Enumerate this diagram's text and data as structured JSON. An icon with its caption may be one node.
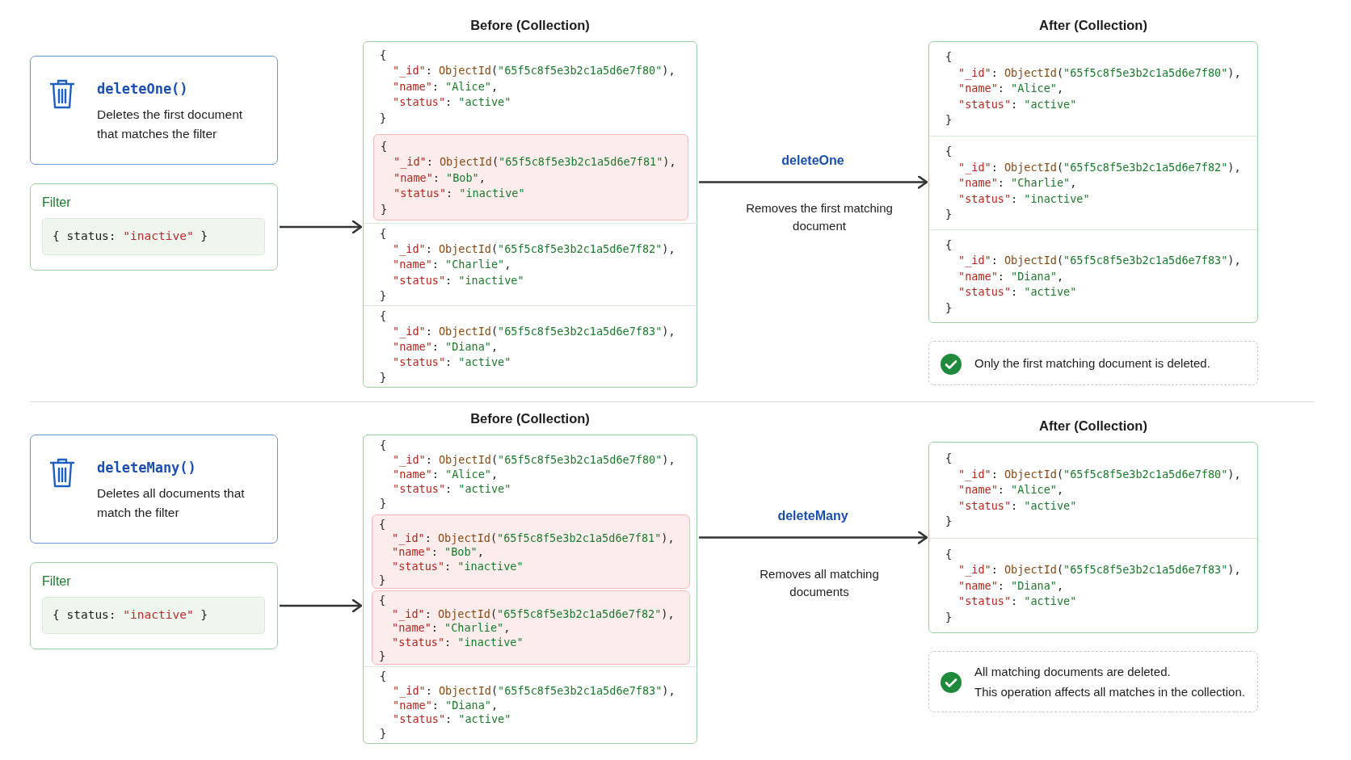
{
  "diagram": {
    "nodes": [
      {
        "text": [
          "deleteOne()",
          "Deletes the first document that matches the filter"
        ]
      },
      {
        "text": [
          "Filter",
          "{ status: \"inactive\" }"
        ]
      },
      {
        "text": [
          "Before (Collection)"
        ]
      },
      {
        "text": [
          "{",
          "\"_id\": ObjectId(\"65f5c8f5e3b2c1a5d6e7f80\"),",
          "\"name\": \"Alice\",",
          "\"status\": \"active\"",
          "}"
        ],
        "in": 2
      },
      {
        "text": [
          "{",
          "\"_id\": ObjectId(\"65f5c8f5e3b2c1a5d6e7f81\"),",
          "\"name\": \"Bob\",",
          "\"status\": \"inactive\"",
          "}"
        ],
        "in": 2
      },
      {
        "text": [
          "{",
          "\"_id\": ObjectId(\"65f5c8f5e3b2c1a5d6e7f82\"),",
          "\"name\": \"Charlie\",",
          "\"status\": \"inactive\"",
          "}"
        ],
        "in": 2
      },
      {
        "text": [
          "{",
          "\"_id\": ObjectId(\"65f5c8f5e3b2c1a5d6e7f83\"),",
          "\"name\": \"Diana\",",
          "\"status\": \"active\"",
          "}"
        ],
        "in": 2
      },
      {
        "text": [
          "After (Collection)"
        ]
      },
      {
        "text": [
          "{",
          "\"_id\": ObjectId(\"65f5c8f5e3b2c1a5d6e7f80\"),",
          "\"name\": \"Alice\",",
          "\"status\": \"active\"",
          "}"
        ],
        "in": 7
      },
      {
        "text": [
          "{",
          "\"_id\": ObjectId(\"65f5c8f5e3b2c1a5d6e7f82\"),",
          "\"name\": \"Charlie\",",
          "\"status\": \"inactive\"",
          "}"
        ],
        "in": 7
      },
      {
        "text": [
          "{",
          "\"_id\": ObjectId(\"65f5c8f5e3b2c1a5d6e7f83\"),",
          "\"name\": \"Diana\",",
          "\"status\": \"active\"",
          "}"
        ],
        "in": 7
      },
      {
        "text": [
          "Only the first matching document is deleted."
        ]
      },
      {
        "text": [
          "deleteMany()",
          "Deletes all documents that match the filter"
        ]
      },
      {
        "text": [
          "Filter",
          "{ status: \"inactive\" }"
        ]
      },
      {
        "text": [
          "Before (Collection)"
        ]
      },
      {
        "text": [
          "{",
          "\"_id\": ObjectId(\"65f5c8f5e3b2c1a5d6e7f80\"),",
          "\"name\": \"Alice\",",
          "\"status\": \"active\"",
          "}"
        ],
        "in": 14
      },
      {
        "text": [
          "{",
          "\"_id\": ObjectId(\"65f5c8f5e3b2c1a5d6e7f81\"),",
          "\"name\": \"Bob\",",
          "\"status\": \"inactive\"",
          "}"
        ],
        "in": 14
      },
      {
        "text": [
          "{",
          "\"_id\": ObjectId(\"65f5c8f5e3b2c1a5d6e7f82\"),",
          "\"name\": \"Charlie\",",
          "\"status\": \"inactive\"",
          "}"
        ],
        "in": 14
      },
      {
        "text": [
          "{",
          "\"_id\": ObjectId(\"65f5c8f5e3b2c1a5d6e7f83\"),",
          "\"name\": \"Diana\",",
          "\"status\": \"active\"",
          "}"
        ],
        "in": 14
      },
      {
        "text": [
          "After (Collection)"
        ]
      },
      {
        "text": [
          "{",
          "\"_id\": ObjectId(\"65f5c8f5e3b2c1a5d6e7f80\"),",
          "\"name\": \"Alice\",",
          "\"status\": \"active\"",
          "}"
        ],
        "in": 19
      },
      {
        "text": [
          "{",
          "\"_id\": ObjectId(\"65f5c8f5e3b2c1a5d6e7f83\"),",
          "\"name\": \"Diana\",",
          "\"status\": \"active\"",
          "}"
        ],
        "in": 19
      },
      {
        "text": [
          "All matching documents are deleted.",
          "This operation affects all matches in the collection."
        ]
      }
    ],
    "edges": [
      {
        "from": 1,
        "to": 2,
        "arrow": "to"
      },
      {
        "from": 2,
        "to": 7,
        "arrow": "to",
        "label": "deleteOne"
      },
      {
        "from": 13,
        "to": 14,
        "arrow": "to"
      },
      {
        "from": 14,
        "to": 19,
        "arrow": "to",
        "label": "deleteMany"
      }
    ],
    "labels": [
      "Removes the first matching document",
      "Removes all matching documents"
    ]
  }
}
